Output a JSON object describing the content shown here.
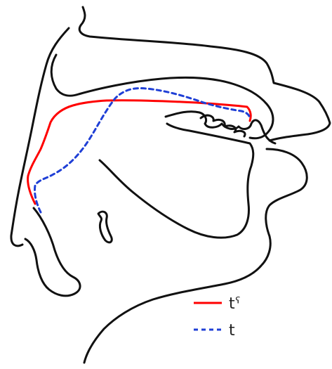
{
  "colors": {
    "outline": "#111111",
    "pharyngealized": "#ff0000",
    "plain": "#1f3fd6"
  },
  "legend": {
    "items": [
      {
        "label": "tˁ",
        "line_style": "solid"
      },
      {
        "label": "t",
        "line_style": "dashed"
      }
    ]
  }
}
